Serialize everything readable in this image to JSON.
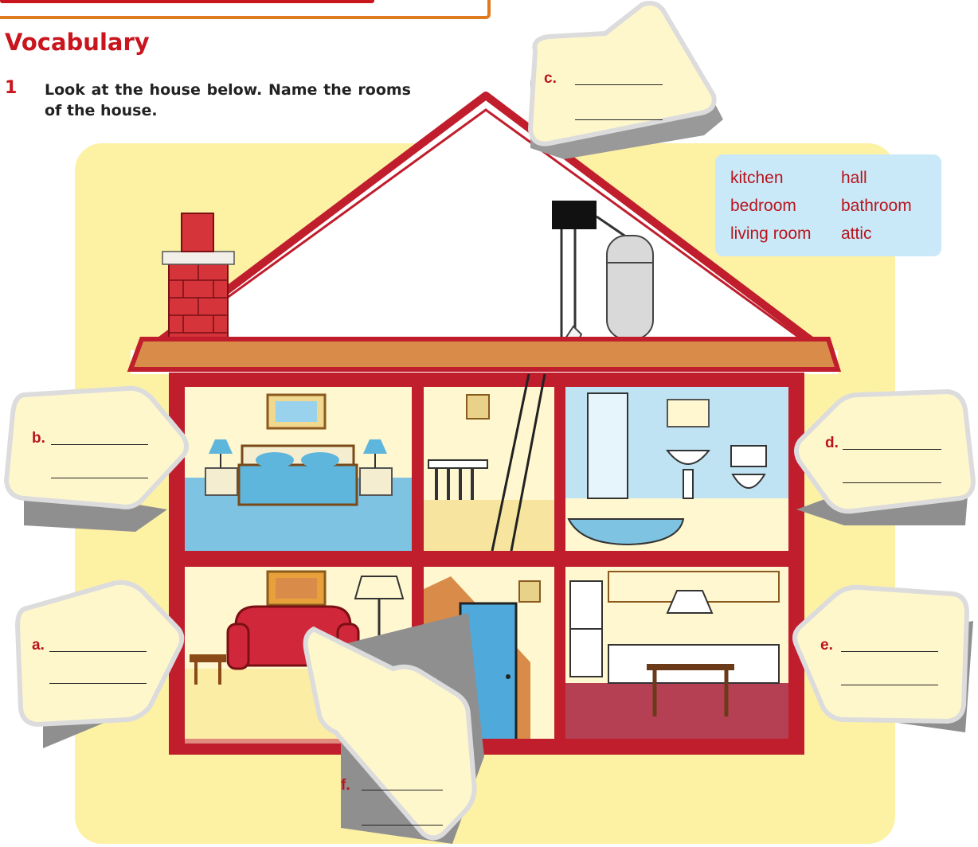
{
  "section": {
    "title": "Vocabulary"
  },
  "exercise": {
    "number": "1",
    "instruction": "Look at the house below. Name the rooms of the house."
  },
  "word_bank": {
    "words": [
      "kitchen",
      "hall",
      "bedroom",
      "bathroom",
      "living room",
      "attic"
    ]
  },
  "callouts": [
    {
      "letter": "a."
    },
    {
      "letter": "b."
    },
    {
      "letter": "c."
    },
    {
      "letter": "d."
    },
    {
      "letter": "e."
    },
    {
      "letter": "f."
    }
  ],
  "colors": {
    "accent_red": "#c9151d",
    "header_orange": "#e07a1e",
    "background_yellow": "#fdf1a4",
    "word_bank_blue": "#c9e9f8",
    "house_red": "#c01e2d"
  }
}
